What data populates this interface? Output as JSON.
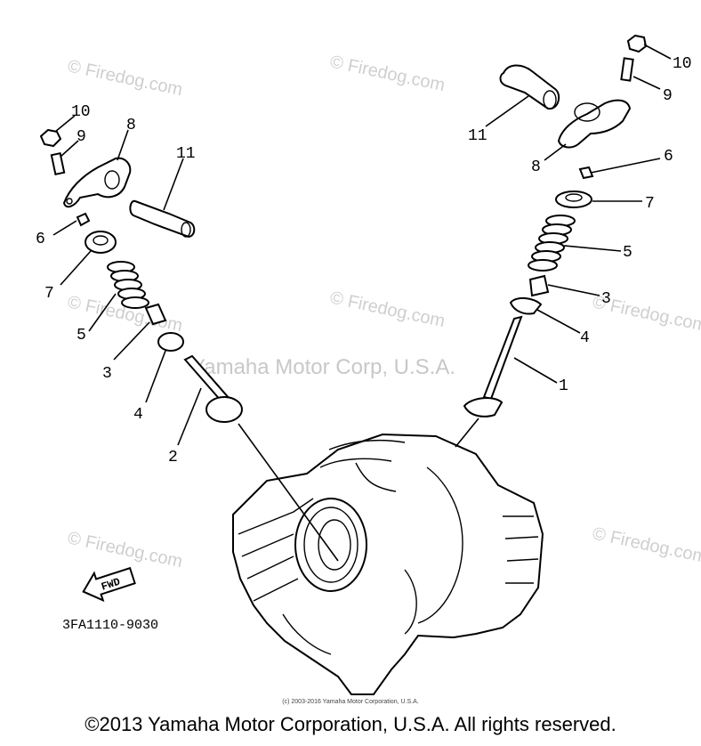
{
  "watermarks": {
    "site": "© Firedog.com",
    "center": "Yamaha Motor Corp, U.S.A."
  },
  "callouts": {
    "left": [
      "10",
      "9",
      "8",
      "11",
      "6",
      "7",
      "5",
      "3",
      "4",
      "2"
    ],
    "right": [
      "10",
      "9",
      "11",
      "8",
      "6",
      "7",
      "5",
      "3",
      "4",
      "1"
    ]
  },
  "fwd_label": "FWD",
  "diagram_code": "3FA1110-9030",
  "fine_print": "(c) 2003-2016 Yamaha Motor Corporation, U.S.A.",
  "copyright": "©2013 Yamaha Motor Corporation, U.S.A. All rights reserved."
}
